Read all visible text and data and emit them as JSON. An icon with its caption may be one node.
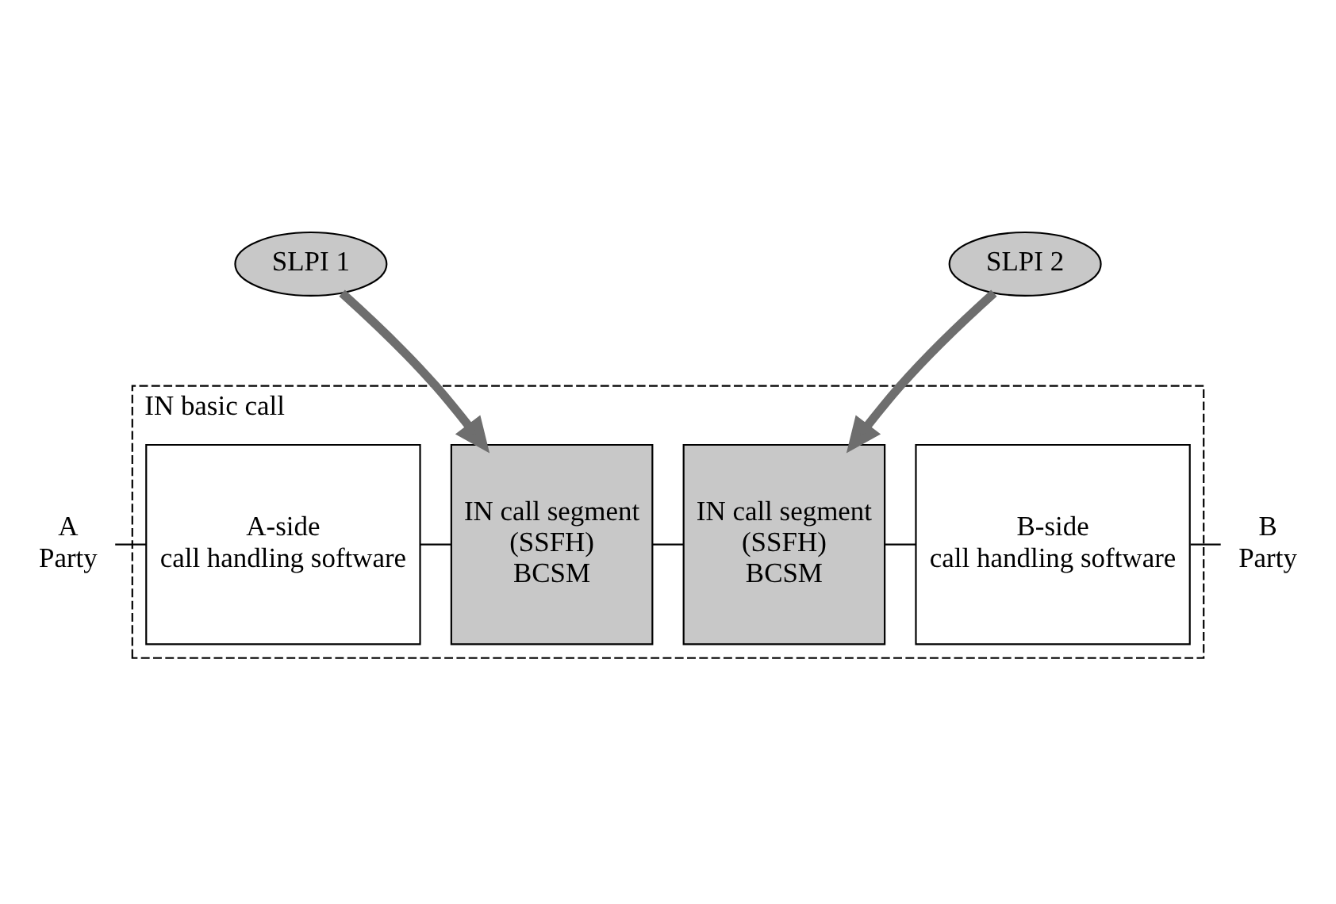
{
  "diagram": {
    "nodes": [
      {
        "text": [
          "SLPI 1"
        ]
      },
      {
        "text": [
          "SLPI 2"
        ]
      },
      {
        "text": [
          "IN basic call"
        ]
      },
      {
        "text": [
          "A",
          "Party"
        ]
      },
      {
        "text": [
          "A-side",
          "call handling software"
        ],
        "in": 2
      },
      {
        "text": [
          "IN call segment",
          "(SSFH)",
          "BCSM"
        ],
        "in": 2
      },
      {
        "text": [
          "IN call segment",
          "(SSFH)",
          "BCSM"
        ],
        "in": 2
      },
      {
        "text": [
          "B-side",
          "call handling software"
        ],
        "in": 2
      },
      {
        "text": [
          "B",
          "Party"
        ]
      }
    ],
    "edges": [
      {
        "from": 0,
        "to": 5,
        "arrow": "to",
        "style": "thick",
        "color": "#6e6e6e"
      },
      {
        "from": 1,
        "to": 6,
        "arrow": "to",
        "style": "thick",
        "color": "#6e6e6e"
      },
      {
        "from": 3,
        "to": 4,
        "arrow": "none"
      },
      {
        "from": 4,
        "to": 5,
        "arrow": "none"
      },
      {
        "from": 5,
        "to": 6,
        "arrow": "none"
      },
      {
        "from": 6,
        "to": 7,
        "arrow": "none"
      },
      {
        "from": 7,
        "to": 8,
        "arrow": "none"
      }
    ]
  }
}
